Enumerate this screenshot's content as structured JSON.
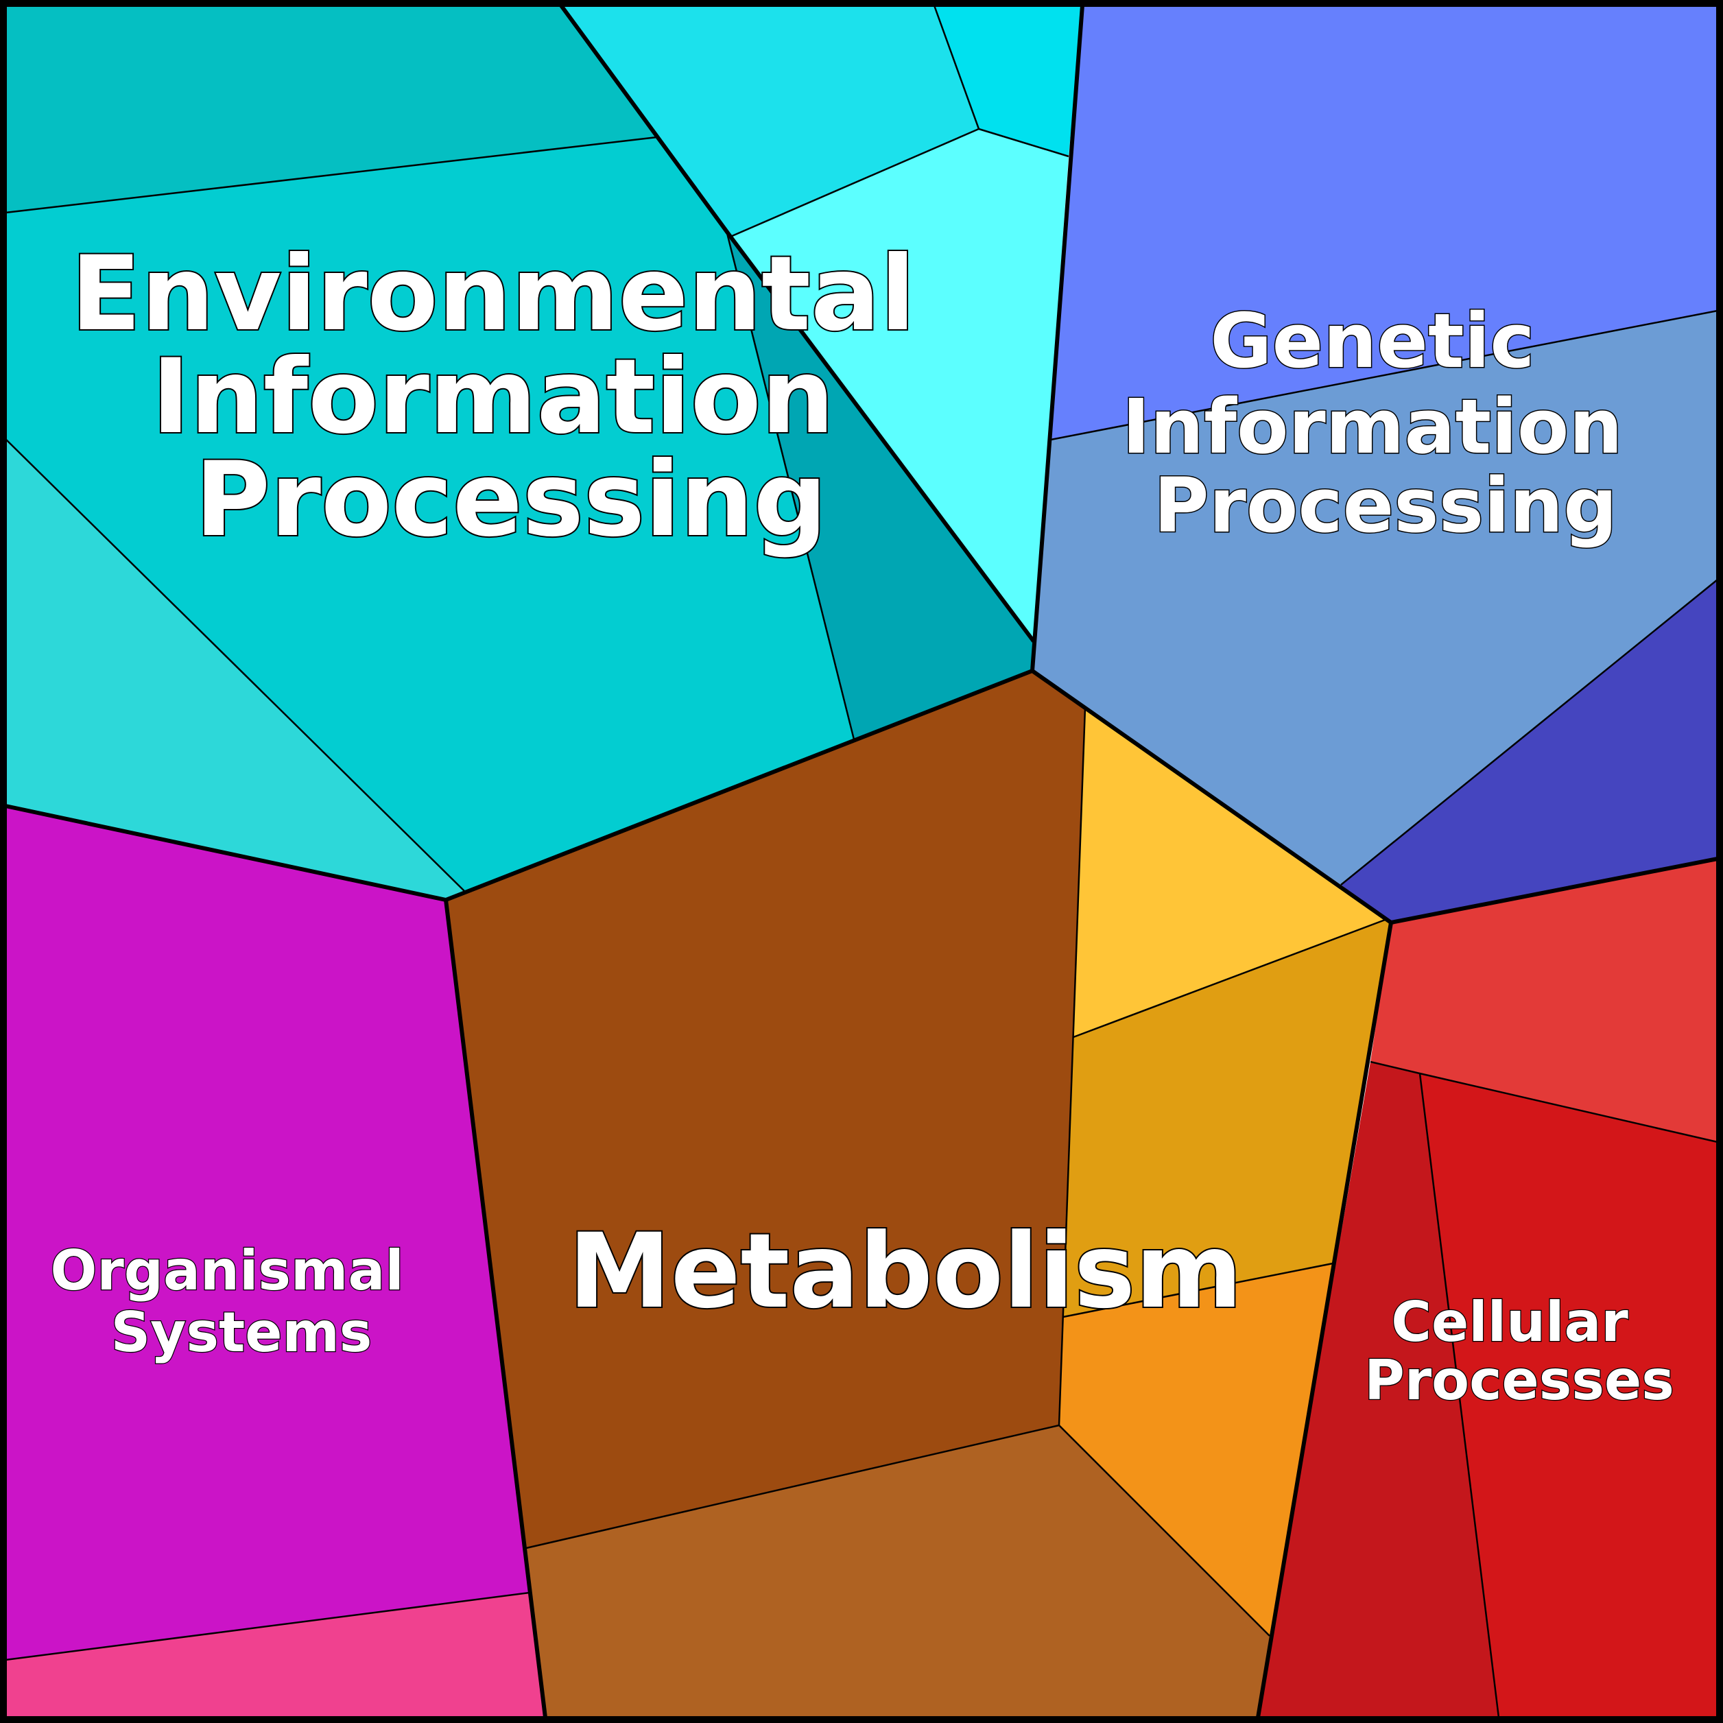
{
  "categories": {
    "environmental": {
      "lines": [
        "Environmental",
        "Information",
        "Processing"
      ],
      "colors": [
        "#05bfc2",
        "#1ce1ec",
        "#00e1ef",
        "#5cffff",
        "#03cdd1",
        "#00a6b3",
        "#2dd8d9"
      ]
    },
    "genetic": {
      "lines": [
        "Genetic",
        "Information",
        "Processing"
      ],
      "colors": [
        "#6680fd",
        "#6c9cd5",
        "#4545bf"
      ]
    },
    "metabolism": {
      "lines": [
        "Metabolism"
      ],
      "colors": [
        "#9d4b10",
        "#ffc537",
        "#e09e12",
        "#f39318",
        "#af6222"
      ]
    },
    "organismal": {
      "lines": [
        "Organismal",
        "Systems"
      ],
      "colors": [
        "#cb14c7",
        "#f0418f"
      ]
    },
    "cellular": {
      "lines": [
        "Cellular",
        "Processes"
      ],
      "colors": [
        "#e33a38",
        "#c4171c",
        "#d31619"
      ]
    }
  },
  "border_color": "#000000"
}
